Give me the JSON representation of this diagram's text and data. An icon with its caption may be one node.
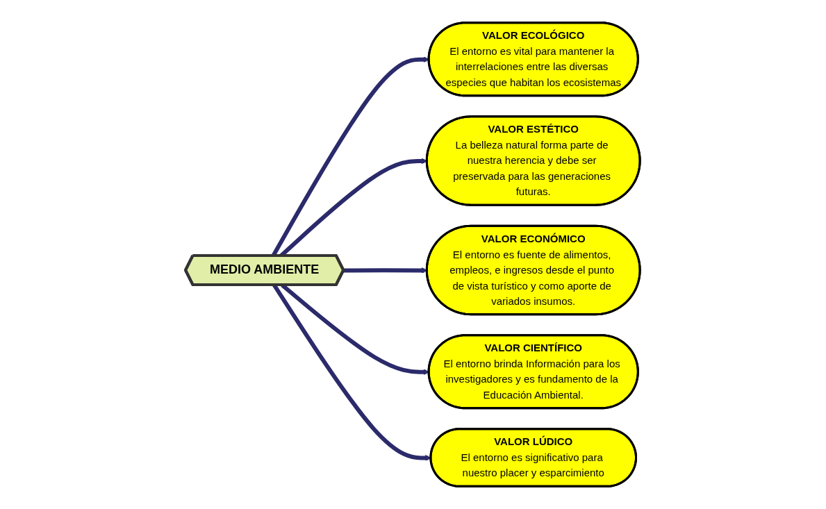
{
  "diagram": {
    "nodes": [
      {
        "text": [
          "VALOR ECOLÓGICO",
          "El entorno es vital para mantener la interrelaciones entre las diversas especies que habitan los ecosistemas"
        ]
      },
      {
        "text": [
          "VALOR ESTÉTICO",
          "La belleza natural forma parte de nuestra herencia y debe ser preservada para las generaciones futuras."
        ]
      },
      {
        "text": [
          "MEDIO AMBIENTE"
        ]
      },
      {
        "text": [
          "VALOR ECONÓMICO",
          "El entorno es fuente de alimentos, empleos, e ingresos desde el punto de vista turístico y como aporte de variados insumos."
        ]
      },
      {
        "text": [
          "VALOR CIENTÍFICO",
          "El entorno brinda Información para los investigadores y es fundamento de la Educación Ambiental."
        ]
      },
      {
        "text": [
          "VALOR LÚDICO",
          "El entorno es significativo para nuestro placer y esparcimiento"
        ]
      }
    ],
    "edges": [
      {
        "from": 2,
        "to": 0,
        "arrow": "to"
      },
      {
        "from": 2,
        "to": 1,
        "arrow": "to"
      },
      {
        "from": 2,
        "to": 3,
        "arrow": "to"
      },
      {
        "from": 2,
        "to": 4,
        "arrow": "to"
      },
      {
        "from": 2,
        "to": 5,
        "arrow": "to"
      }
    ]
  }
}
